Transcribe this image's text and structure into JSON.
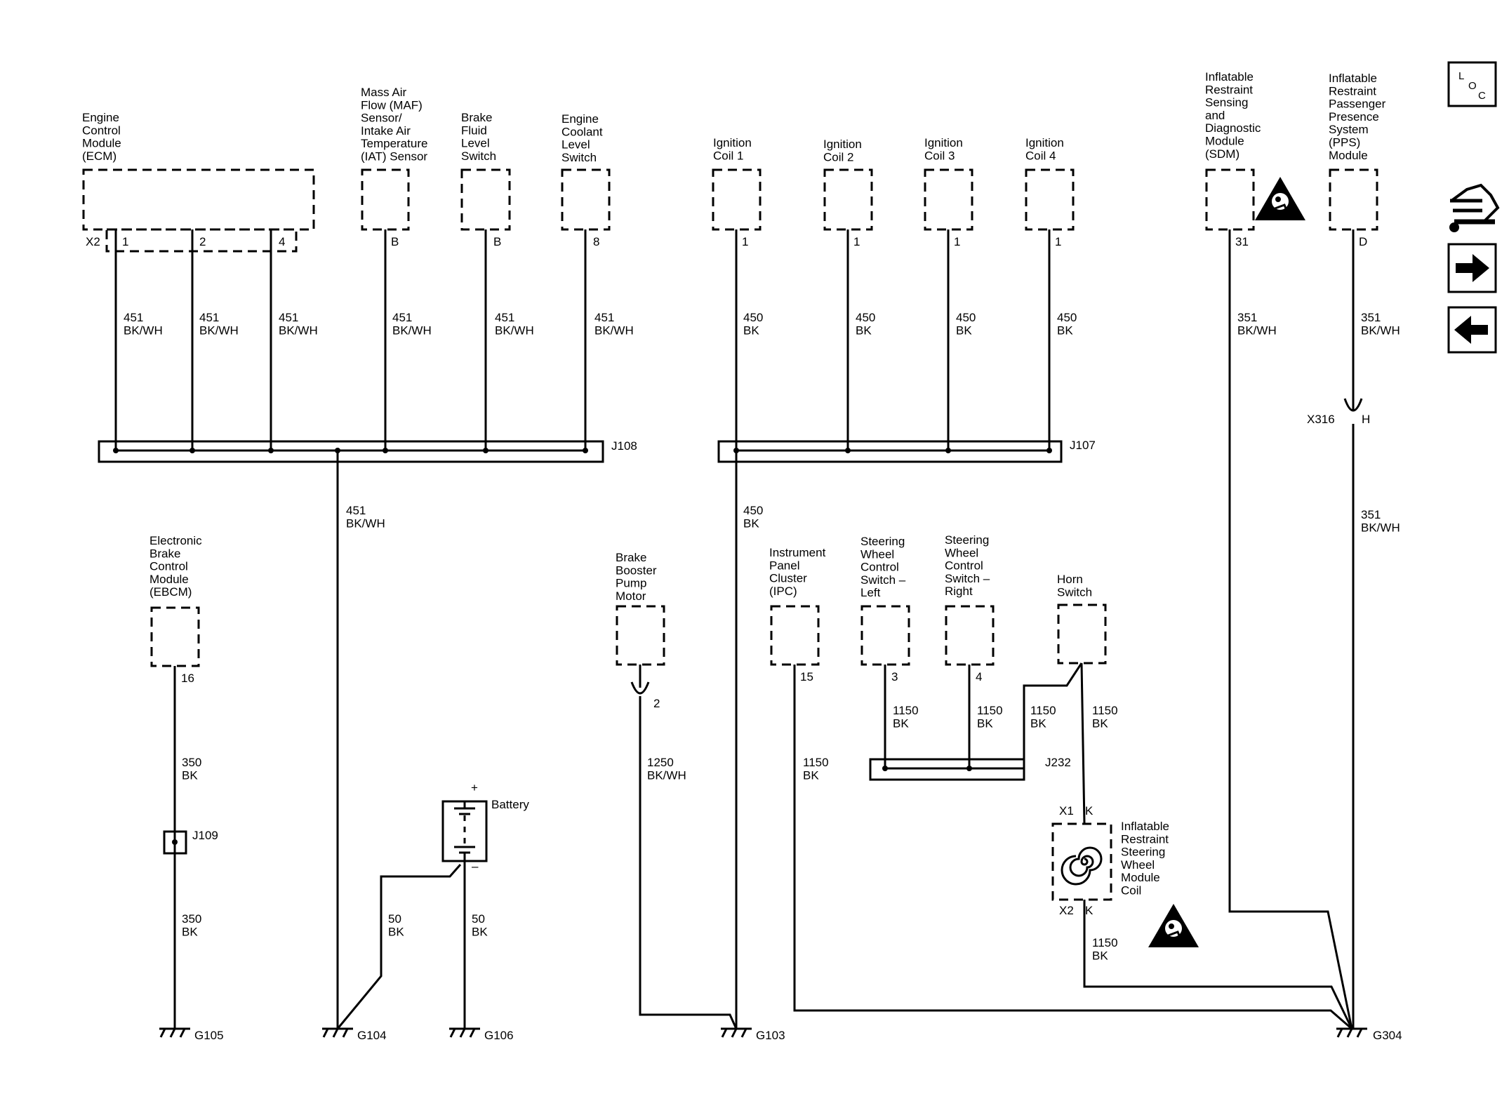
{
  "components": {
    "ecm": [
      "Engine",
      "Control",
      "Module",
      "(ECM)"
    ],
    "maf": [
      "Mass Air",
      "Flow (MAF)",
      "Sensor/",
      "Intake Air",
      "Temperature",
      "(IAT) Sensor"
    ],
    "bfl": [
      "Brake",
      "Fluid",
      "Level",
      "Switch"
    ],
    "ecl": [
      "Engine",
      "Coolant",
      "Level",
      "Switch"
    ],
    "ic1": [
      "Ignition",
      "Coil 1"
    ],
    "ic2": [
      "Ignition",
      "Coil 2"
    ],
    "ic3": [
      "Ignition",
      "Coil 3"
    ],
    "ic4": [
      "Ignition",
      "Coil 4"
    ],
    "sdm": [
      "Inflatable",
      "Restraint",
      "Sensing",
      "and",
      "Diagnostic",
      "Module",
      "(SDM)"
    ],
    "pps": [
      "Inflatable",
      "Restraint",
      "Passenger",
      "Presence",
      "System",
      "(PPS)",
      "Module"
    ],
    "ebcm": [
      "Electronic",
      "Brake",
      "Control",
      "Module",
      "(EBCM)"
    ],
    "bbpm": [
      "Brake",
      "Booster",
      "Pump",
      "Motor"
    ],
    "ipc": [
      "Instrument",
      "Panel",
      "Cluster",
      "(IPC)"
    ],
    "swl": [
      "Steering",
      "Wheel",
      "Control",
      "Switch –",
      "Left"
    ],
    "swr": [
      "Steering",
      "Wheel",
      "Control",
      "Switch –",
      "Right"
    ],
    "horn": [
      "Horn",
      "Switch"
    ],
    "coil": [
      "Inflatable",
      "Restraint",
      "Steering",
      "Wheel",
      "Module",
      "Coil"
    ],
    "battery": "Battery"
  },
  "pins": {
    "ecm_x2": "X2",
    "ecm_1": "1",
    "ecm_2": "2",
    "ecm_4": "4",
    "maf": "B",
    "bfl": "B",
    "ecl": "8",
    "ic1": "1",
    "ic2": "1",
    "ic3": "1",
    "ic4": "1",
    "sdm": "31",
    "pps": "D",
    "ebcm": "16",
    "bbpm": "2",
    "ipc": "15",
    "swl": "3",
    "swr": "4",
    "coil_x1": "X1",
    "coil_k1": "K",
    "coil_x2": "X2",
    "coil_k2": "K",
    "x316": "X316",
    "x316_pin": "H",
    "bat_plus": "+",
    "bat_minus": "–"
  },
  "wires": {
    "w451": [
      "451",
      "BK/WH"
    ],
    "w450": [
      "450",
      "BK"
    ],
    "w351": [
      "351",
      "BK/WH"
    ],
    "w350": [
      "350",
      "BK"
    ],
    "w1250": [
      "1250",
      "BK/WH"
    ],
    "w1150": [
      "1150",
      "BK"
    ],
    "w50": [
      "50",
      "BK"
    ]
  },
  "splices": {
    "j108": "J108",
    "j107": "J107",
    "j232": "J232",
    "j109": "J109"
  },
  "grounds": {
    "g105": "G105",
    "g104": "G104",
    "g106": "G106",
    "g103": "G103",
    "g304": "G304"
  },
  "nav": {
    "loc": [
      "L",
      "O",
      "C"
    ],
    "icons": [
      "connector-tool-icon",
      "arrow-right-icon",
      "arrow-left-icon"
    ]
  }
}
